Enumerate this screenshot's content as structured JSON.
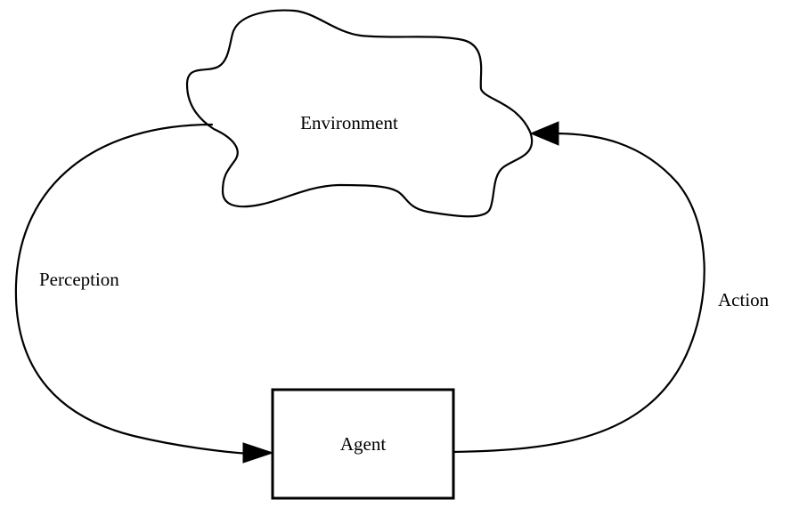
{
  "diagram": {
    "nodes": {
      "environment": {
        "label": "Environment",
        "shape": "cloud"
      },
      "agent": {
        "label": "Agent",
        "shape": "rectangle"
      }
    },
    "edges": {
      "perception": {
        "label": "Perception",
        "from": "environment",
        "to": "agent"
      },
      "action": {
        "label": "Action",
        "from": "agent",
        "to": "environment"
      }
    }
  },
  "colors": {
    "stroke": "#000000",
    "background": "#ffffff"
  }
}
